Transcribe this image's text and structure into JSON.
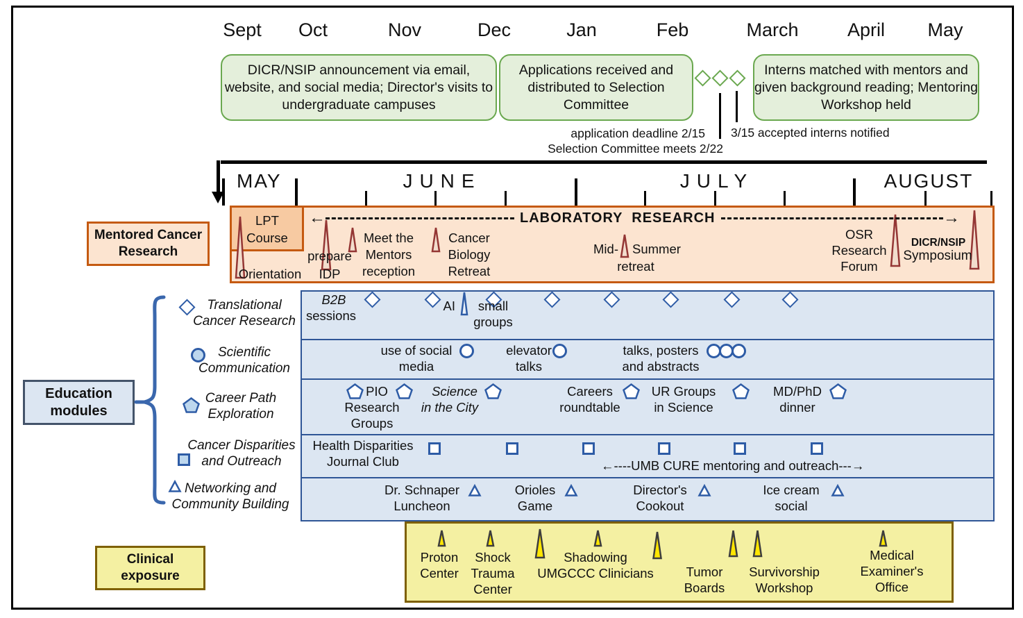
{
  "top": {
    "months": [
      "Sept",
      "Oct",
      "Nov",
      "Dec",
      "Jan",
      "Feb",
      "March",
      "April",
      "May"
    ],
    "box_announcement": "DICR/NSIP announcement via email, website, and social media; Director's visits to undergraduate campuses",
    "box_applications": "Applications received and distributed to Selection Committee",
    "box_interns": "Interns matched with mentors and given background reading; Mentoring Workshop held",
    "note_deadline": "application deadline 2/15",
    "note_committee": "Selection Committee meets 2/22",
    "note_accepted": "3/15 accepted interns notified"
  },
  "summer": {
    "months": [
      "MAY",
      "JUNE",
      "JULY",
      "AUGUST"
    ]
  },
  "mentored": {
    "label": "Mentored  Cancer\nResearch",
    "lpt": "LPT\nCourse",
    "lab": "LABORATORY  RESEARCH",
    "arrow_left": "←",
    "arrow_right": "→",
    "orientation": "Orientation",
    "prepare_idp": "prepare\nIDP",
    "meet_mentors": "Meet  the\nMentors\nreception",
    "cancer_biology": "Cancer\nBiology\nRetreat",
    "mid": "Mid-",
    "summer_word": "Summer",
    "retreat": "retreat",
    "osr": "OSR\nResearch\nForum",
    "dicr": "DICR/NSIP",
    "symposium": "Symposium"
  },
  "education": {
    "label": "Education\nmodules",
    "legend": [
      {
        "icon": "diamond-icon",
        "label": "Translational\nCancer Research"
      },
      {
        "icon": "circle-icon",
        "label": "Scientific\nCommunication"
      },
      {
        "icon": "pentagon-icon",
        "label": "Career Path\nExploration"
      },
      {
        "icon": "square-icon",
        "label": "Cancer Disparities\nand Outreach"
      },
      {
        "icon": "triangle-icon",
        "label": "Networking and\nCommunity Building"
      }
    ],
    "row1": {
      "b2b": "B2B",
      "sessions": "sessions",
      "ai": "AI",
      "small_groups": "small\ngroups"
    },
    "row2": {
      "social": "use of social\nmedia",
      "elevator": "elevator\ntalks",
      "talks": "talks,  posters\nand abstracts"
    },
    "row3": {
      "pio": "PIO",
      "research_groups": "Research\nGroups",
      "science": "Science",
      "in_the_city": "in  the  City",
      "careers": "Careers\nroundtable",
      "ur_groups": "UR Groups\nin Science",
      "mdphd": "MD/PhD\ndinner"
    },
    "row4": {
      "journal_club": "Health  Disparities\nJournal Club",
      "umb_cure": "←----UMB  CURE  mentoring  and  outreach---→"
    },
    "row5": {
      "schnaper": "Dr. Schnaper\nLuncheon",
      "orioles": "Orioles\nGame",
      "cookout": "Director's\nCookout",
      "ice_cream": "Ice cream\nsocial"
    }
  },
  "clinical": {
    "label": "Clinical\nexposure",
    "proton": "Proton\nCenter",
    "shock": "Shock\nTrauma\nCenter",
    "shadowing": "Shadowing\nUMGCCC  Clinicians",
    "tumor": "Tumor\nBoards",
    "survivorship": "Survivorship\nWorkshop",
    "medical": "Medical\nExaminer's\nOffice"
  },
  "colors": {
    "green_fill": "#e4efdb",
    "green_border": "#6aa84f",
    "orange_fill": "#fce4d0",
    "orange_border": "#c55a11",
    "lpt_fill": "#f7caa2",
    "blue_row_fill": "#dce6f2",
    "blue_border": "#2e5596",
    "marker_blue": "#2e5ca6",
    "yellow_fill": "#f4f0a2",
    "yellow_border": "#7e6000",
    "spike_red": "#943634",
    "spike_yellow": "#ffe600"
  }
}
